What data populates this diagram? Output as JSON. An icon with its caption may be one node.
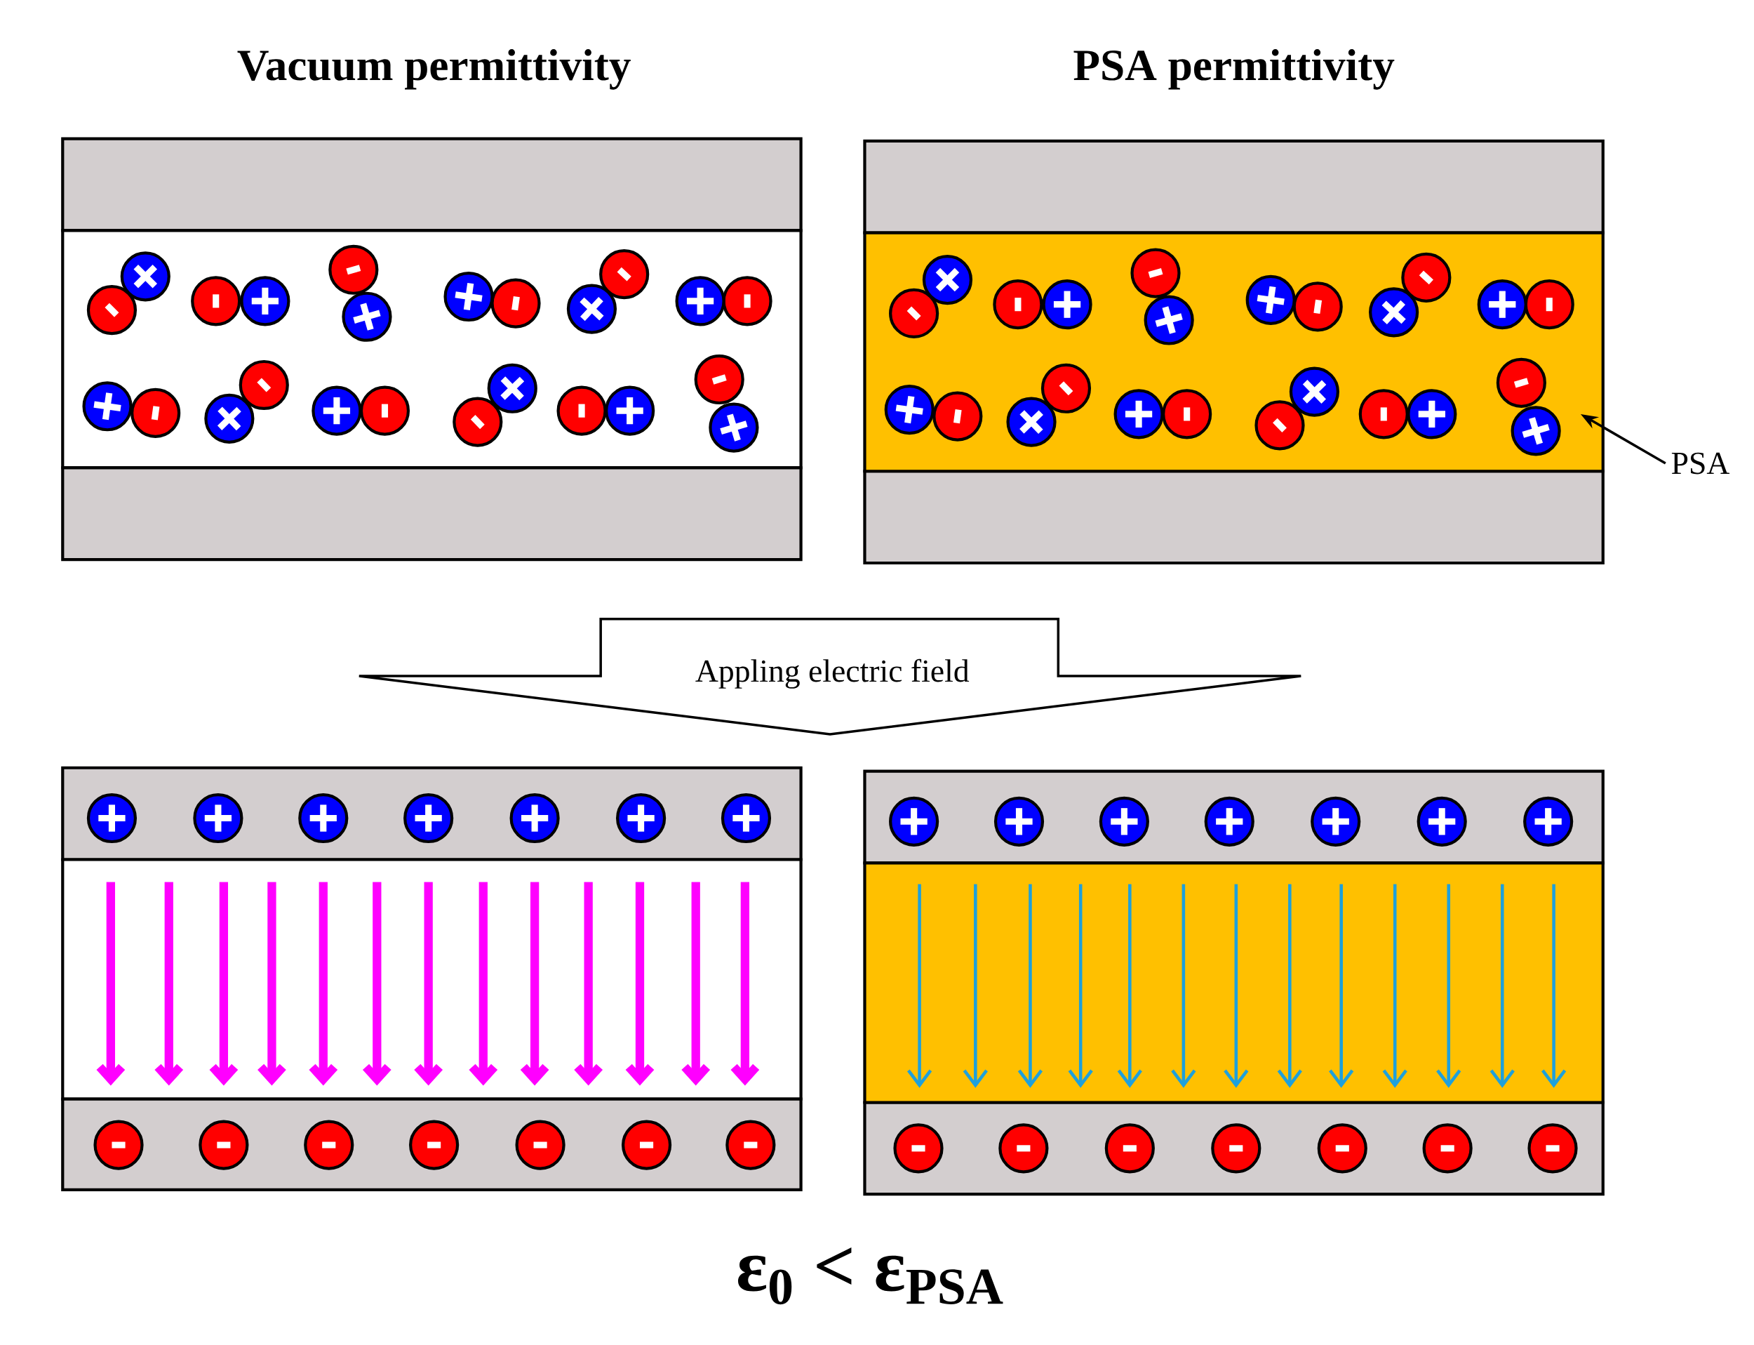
{
  "diagram": {
    "nodes": [
      {
        "text": [],
        "shape": "box"
      },
      {
        "text": [
          "PSA"
        ]
      },
      {
        "text": [
          "Appling electric field"
        ]
      },
      {
        "text": [],
        "shape": "box"
      }
    ],
    "edges": [
      {
        "from": 1,
        "to": 0,
        "arrow": "to"
      }
    ],
    "labels": [
      "Vacuum permittivity",
      "PSA permittivity",
      "ε$_{0}$ < ε$_{PSA}$"
    ]
  }
}
